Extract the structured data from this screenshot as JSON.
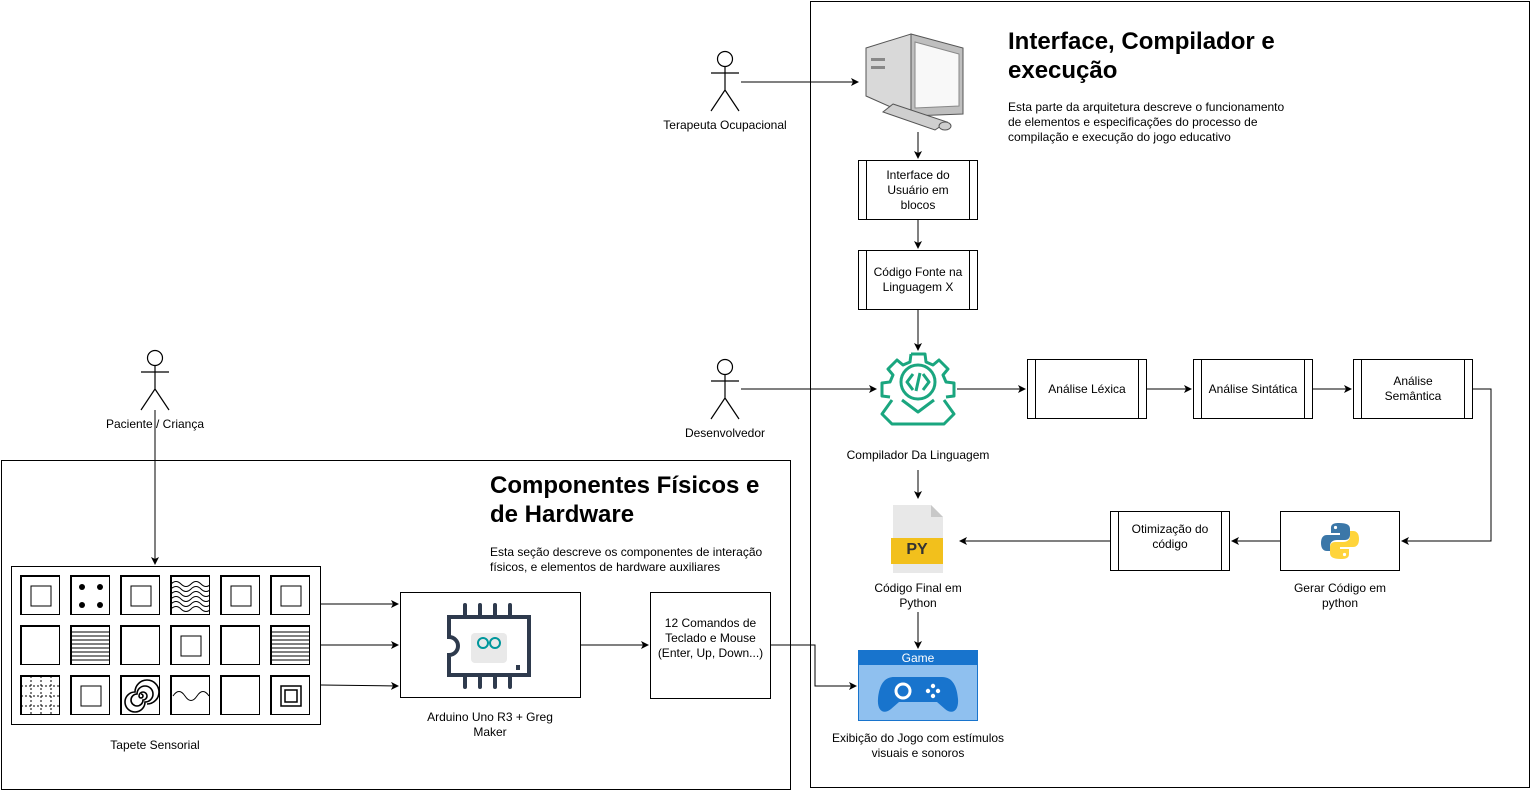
{
  "top_section": {
    "title": "Interface, Compilador e execução",
    "description": "Esta parte da arquitetura descreve o funcionamento de elementos e especificações do processo de compilação e execução do jogo educativo"
  },
  "bottom_section": {
    "title": "Componentes Físicos e de Hardware",
    "description": "Esta seção descreve os componentes de interação físicos, e elementos de hardware auxiliares"
  },
  "actors": {
    "terapeuta": "Terapeuta Ocupacional",
    "desenvolvedor": "Desenvolvedor",
    "paciente": "Paciente / Criança"
  },
  "nodes": {
    "interface": "Interface do Usuário em blocos",
    "codigo_fonte": "Código Fonte na Linguagem X",
    "compilador": "Compilador Da Linguagem",
    "lexica": "Análise Léxica",
    "sintatica": "Análise Sintática",
    "semantica": "Análise Semântica",
    "gerar_codigo": "Gerar Código em python",
    "otimizacao": "Otimização do código",
    "codigo_final": "Código Final em Python",
    "game_header": "Game",
    "exibicao": "Exibição do Jogo com estímulos visuais e sonoros",
    "tapete": "Tapete Sensorial",
    "arduino": "Arduino  Uno R3 + Greg Maker",
    "comandos": "12 Comandos de Teclado e Mouse (Enter, Up, Down...)",
    "py_badge": "PY"
  },
  "icons": {
    "computer": "desktop-computer-icon",
    "compiler": "gear-code-icon",
    "python": "python-logo-icon",
    "py_file": "python-file-icon",
    "gamepad": "gamepad-icon",
    "arduino": "arduino-chip-icon"
  },
  "colors": {
    "compiler_green": "#1aa67f",
    "game_blue": "#1874cd",
    "game_light": "#8fc0ef",
    "py_yellow": "#f2c01c",
    "python_blue": "#3b77a8",
    "python_yellow": "#ffd43b",
    "arduino_teal": "#00979c",
    "chip_dark": "#2e3a4d"
  },
  "tapete_tiles": [
    [
      "square",
      "dots",
      "square",
      "waves",
      "square",
      "square"
    ],
    [
      "blank",
      "lines",
      "blank",
      "square",
      "blank",
      "lines"
    ],
    [
      "grid",
      "square",
      "spiral",
      "wave",
      "blank",
      "double-square"
    ]
  ]
}
